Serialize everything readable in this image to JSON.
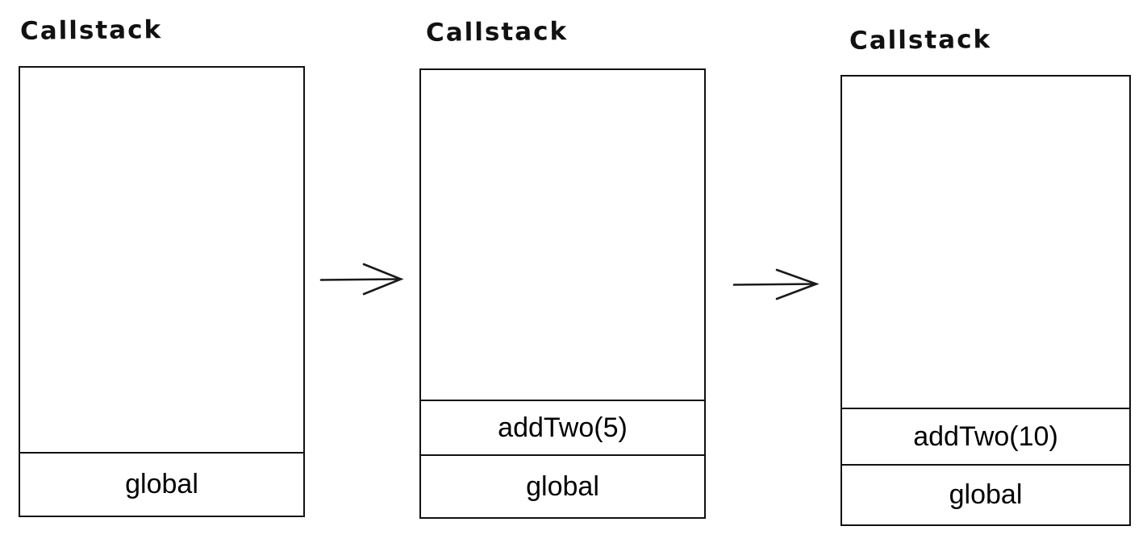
{
  "diagram": {
    "kind": "callstack-progression",
    "background_color": "#ffffff",
    "stroke_color": "#111111",
    "text_color": "#000000"
  },
  "panels": [
    {
      "title": "Callstack",
      "frames": [
        "global"
      ]
    },
    {
      "title": "Callstack",
      "frames": [
        "addTwo(5)",
        "global"
      ]
    },
    {
      "title": "Callstack",
      "frames": [
        "addTwo(10)",
        "global"
      ]
    }
  ],
  "arrows": [
    {
      "name": "arrow-1",
      "direction": "right"
    },
    {
      "name": "arrow-2",
      "direction": "right"
    }
  ]
}
